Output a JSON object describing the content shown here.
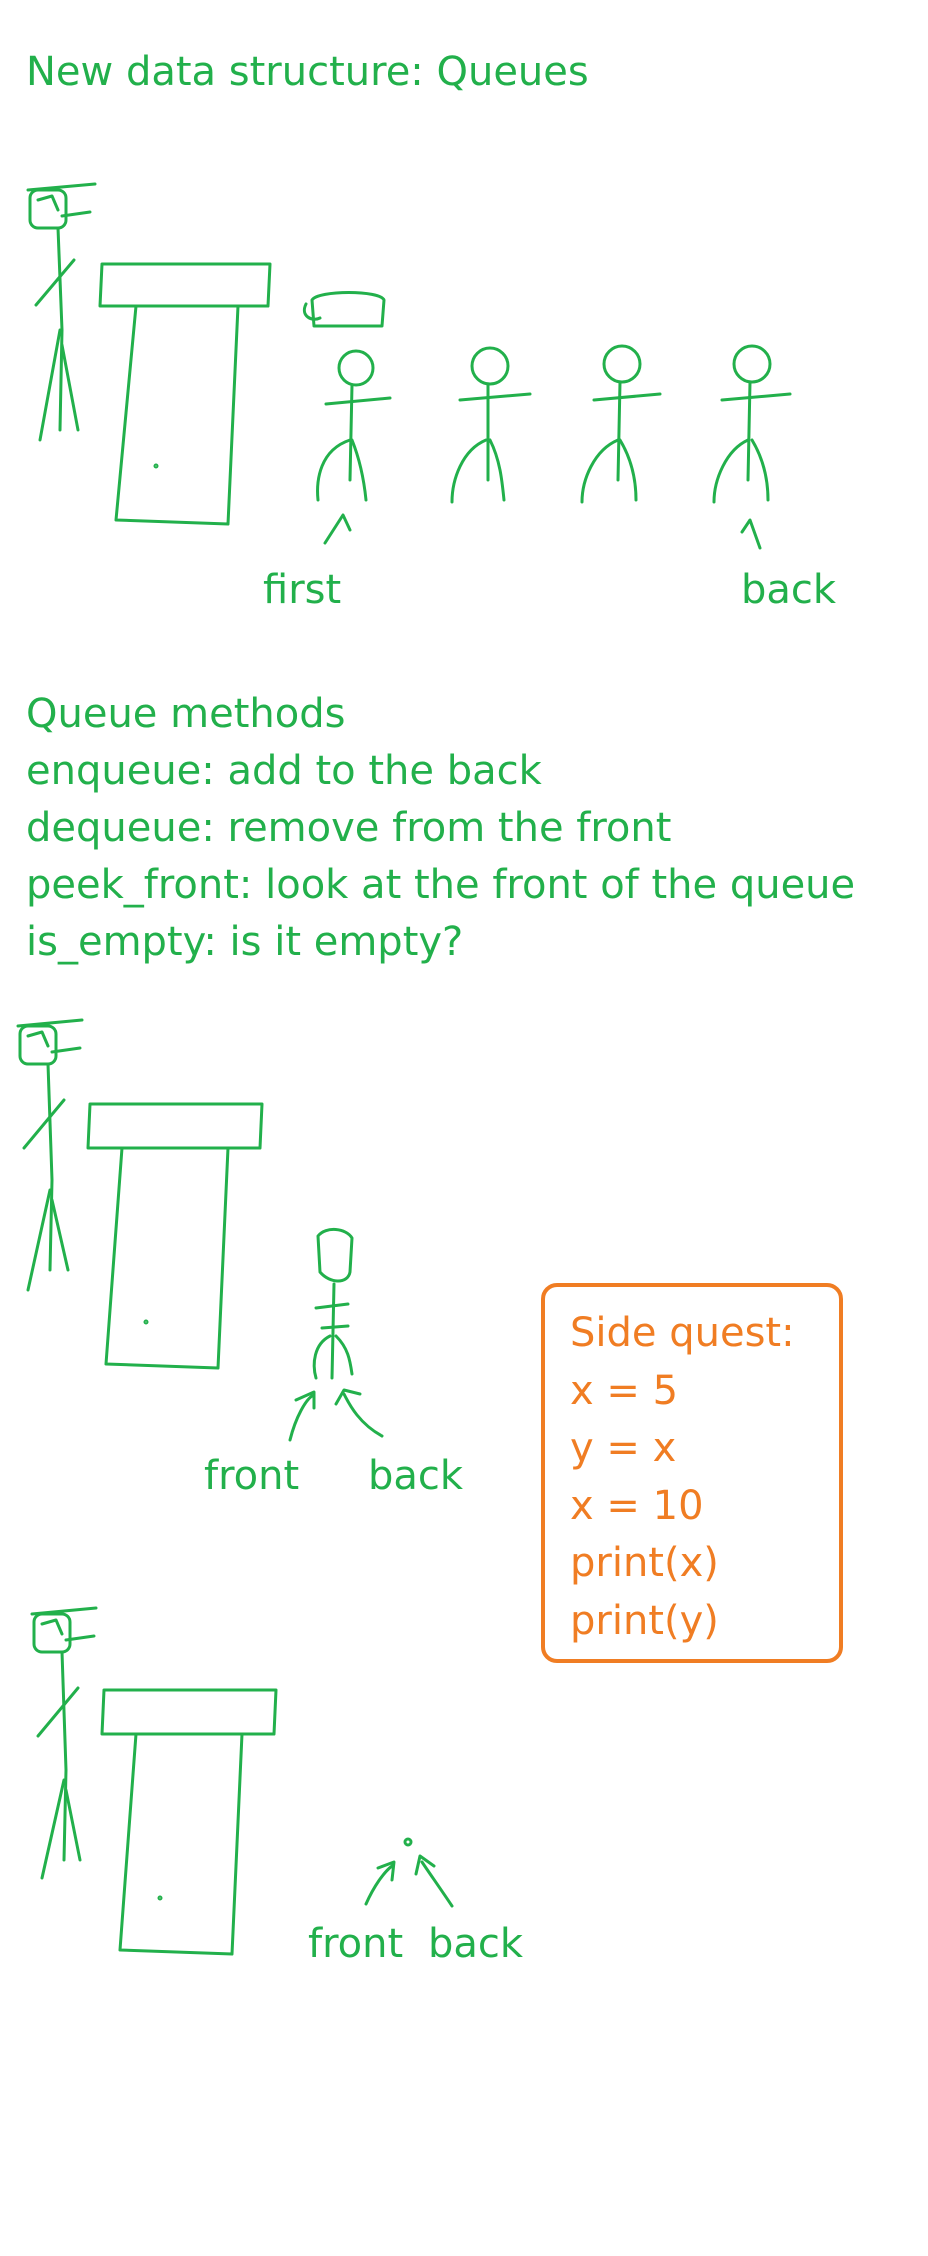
{
  "title": "New data structure: Queues",
  "scene1": {
    "first_label": "first",
    "back_label": "back"
  },
  "methods": {
    "heading": "Queue methods",
    "items": [
      "enqueue: add to the back",
      "dequeue: remove from the front",
      "peek_front: look at the front of the queue",
      "is_empty: is it empty?"
    ]
  },
  "scene2": {
    "front_label": "front",
    "back_label": "back"
  },
  "side_quest": {
    "lines": [
      "Side quest:",
      "x = 5",
      "y = x",
      "x = 10",
      "print(x)",
      "print(y)"
    ]
  },
  "scene3": {
    "front_label": "front",
    "back_label": "back"
  },
  "colors": {
    "ink_green": "#22b04b",
    "ink_orange": "#f07d23"
  }
}
